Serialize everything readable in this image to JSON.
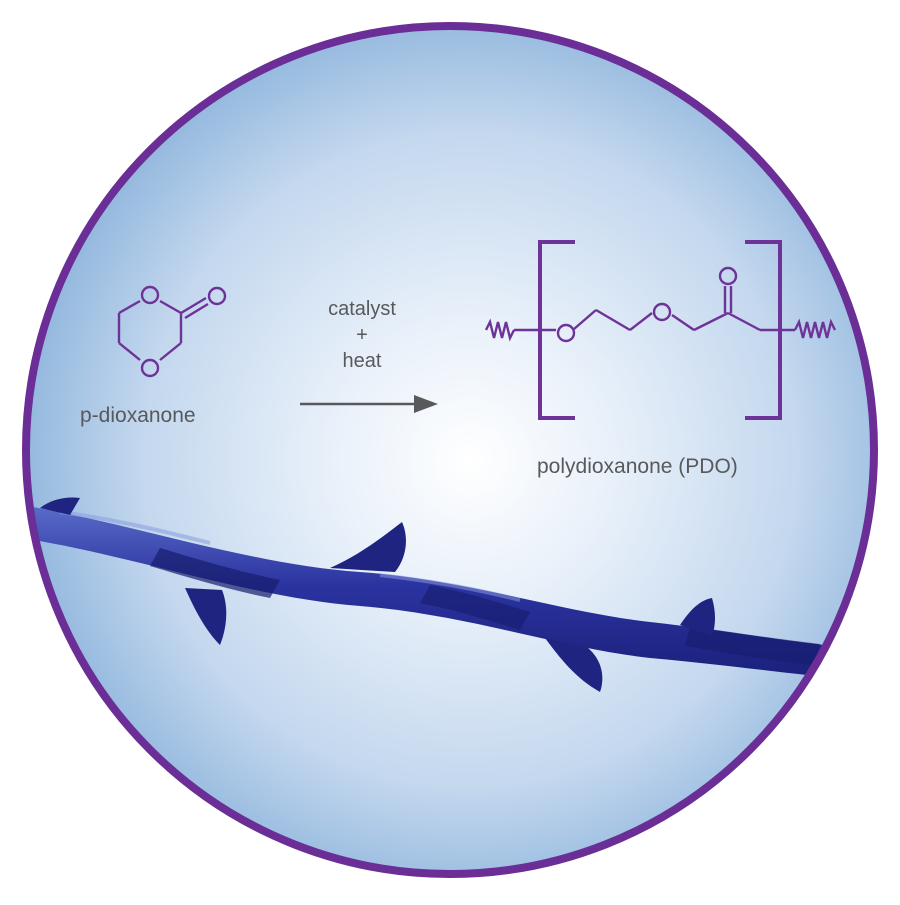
{
  "colors": {
    "ring": "#6a2e96",
    "molecule": "#6e3396",
    "arrow": "#58595b",
    "text": "#58595b",
    "fiber": "#2a2f96",
    "background_center": "#ffffff",
    "background_edge": "#8fb6de"
  },
  "monomer": {
    "name": "p-dioxanone",
    "atom_label": "O"
  },
  "reaction": {
    "line1": "catalyst",
    "line2": "+",
    "line3": "heat"
  },
  "polymer": {
    "name": "polydioxanone (PDO)",
    "atom_label": "O"
  },
  "photo": {
    "subject": "blue-stained barbed fiber"
  }
}
